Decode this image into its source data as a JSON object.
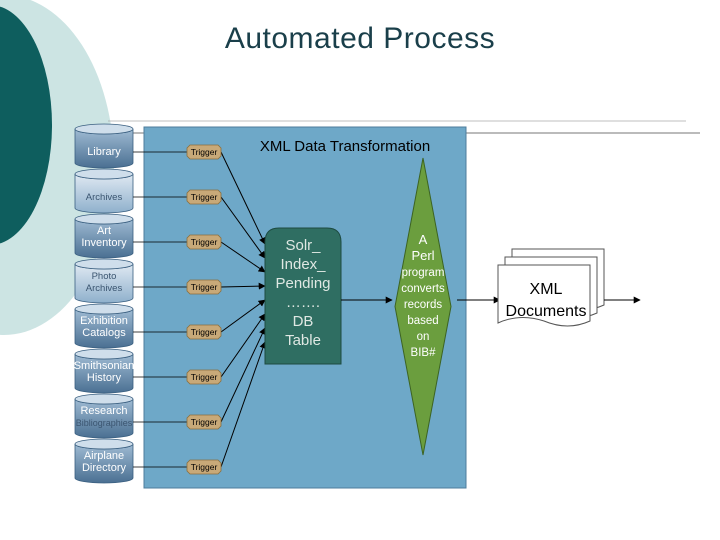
{
  "title": "Automated  Process",
  "panel_title": "XML Data Transformation",
  "sources": [
    {
      "lines": [
        "Library"
      ],
      "style": "dark"
    },
    {
      "lines": [
        "Archives"
      ],
      "style": "light"
    },
    {
      "lines": [
        "Art",
        "Inventory"
      ],
      "style": "dark"
    },
    {
      "lines": [
        "Photo",
        "Archives"
      ],
      "style": "light"
    },
    {
      "lines": [
        "Exhibition",
        "Catalogs"
      ],
      "style": "dark"
    },
    {
      "lines": [
        "Smithsonian",
        "History"
      ],
      "style": "dark"
    },
    {
      "lines": [
        "Research",
        "Bibliographies"
      ],
      "style": "mixed"
    },
    {
      "lines": [
        "Airplane",
        "Directory"
      ],
      "style": "dark"
    }
  ],
  "trigger_label": "Trigger",
  "db_table": {
    "lines": [
      "Solr_",
      "Index_",
      "Pending",
      "…….",
      "DB",
      "Table"
    ]
  },
  "perl_program": {
    "lines": [
      "A",
      "Perl",
      "program",
      "converts",
      "records",
      "based",
      "on",
      "BIB#"
    ]
  },
  "output": {
    "lines": [
      "XML",
      "Documents"
    ]
  },
  "colors": {
    "teal_dark": "#0e5e5e",
    "panel_fill": "#6ea8c8",
    "db_fill": "#2f6e62",
    "diamond_fill": "#6b9e3e",
    "cylinder_fill": "#6a8fb0",
    "trigger_fill": "#c8a978",
    "title_color": "#1a3f4a"
  }
}
